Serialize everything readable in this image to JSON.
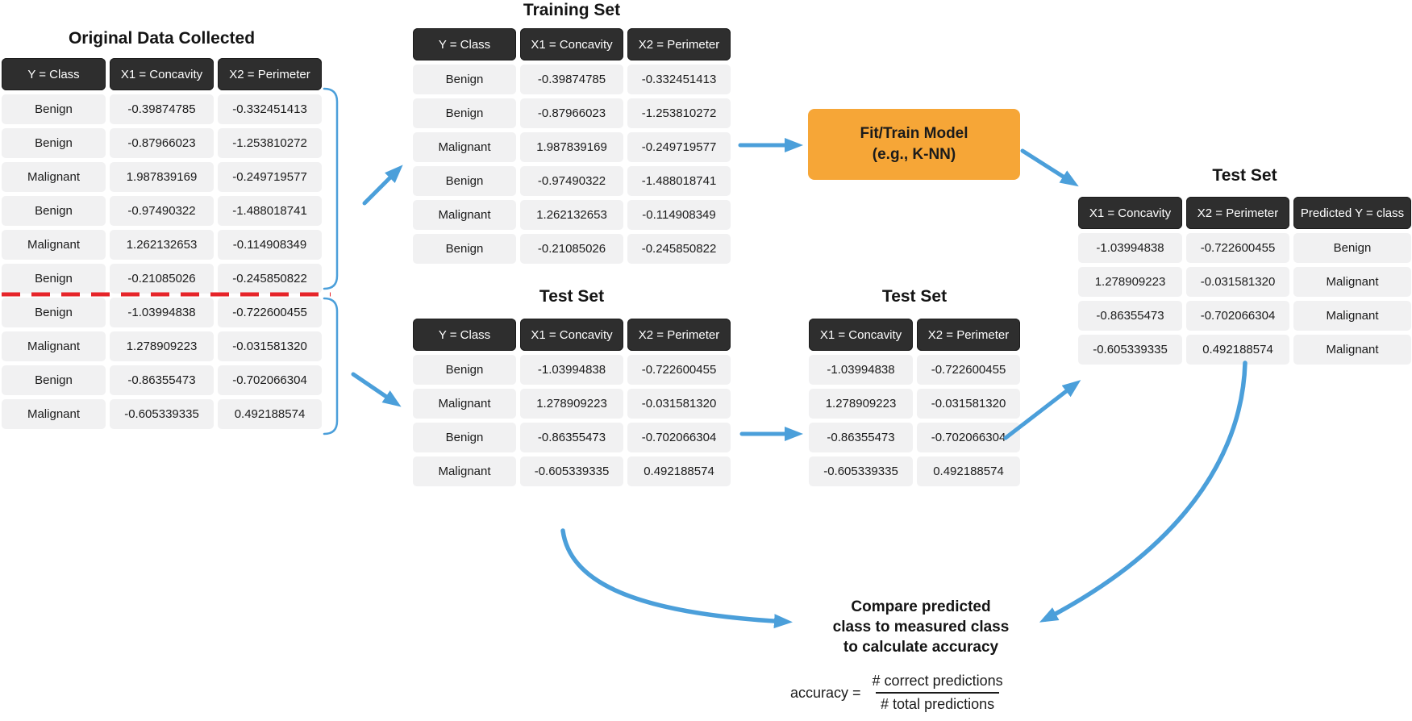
{
  "tables": {
    "original": {
      "title": "Original Data Collected",
      "headers": [
        "Y = Class",
        "X1 = Concavity",
        "X2 = Perimeter"
      ],
      "rows": [
        [
          "Benign",
          "-0.39874785",
          "-0.332451413"
        ],
        [
          "Benign",
          "-0.87966023",
          "-1.253810272"
        ],
        [
          "Malignant",
          "1.987839169",
          "-0.249719577"
        ],
        [
          "Benign",
          "-0.97490322",
          "-1.488018741"
        ],
        [
          "Malignant",
          "1.262132653",
          "-0.114908349"
        ],
        [
          "Benign",
          "-0.21085026",
          "-0.245850822"
        ],
        [
          "Benign",
          "-1.03994838",
          "-0.722600455"
        ],
        [
          "Malignant",
          "1.278909223",
          "-0.031581320"
        ],
        [
          "Benign",
          "-0.86355473",
          "-0.702066304"
        ],
        [
          "Malignant",
          "-0.605339335",
          "0.492188574"
        ]
      ]
    },
    "training": {
      "title": "Training Set",
      "headers": [
        "Y = Class",
        "X1 = Concavity",
        "X2 = Perimeter"
      ],
      "rows": [
        [
          "Benign",
          "-0.39874785",
          "-0.332451413"
        ],
        [
          "Benign",
          "-0.87966023",
          "-1.253810272"
        ],
        [
          "Malignant",
          "1.987839169",
          "-0.249719577"
        ],
        [
          "Benign",
          "-0.97490322",
          "-1.488018741"
        ],
        [
          "Malignant",
          "1.262132653",
          "-0.114908349"
        ],
        [
          "Benign",
          "-0.21085026",
          "-0.245850822"
        ]
      ]
    },
    "test_labeled": {
      "title": "Test Set",
      "headers": [
        "Y = Class",
        "X1 = Concavity",
        "X2 = Perimeter"
      ],
      "rows": [
        [
          "Benign",
          "-1.03994838",
          "-0.722600455"
        ],
        [
          "Malignant",
          "1.278909223",
          "-0.031581320"
        ],
        [
          "Benign",
          "-0.86355473",
          "-0.702066304"
        ],
        [
          "Malignant",
          "-0.605339335",
          "0.492188574"
        ]
      ]
    },
    "test_features": {
      "title": "Test Set",
      "headers": [
        "X1 = Concavity",
        "X2 = Perimeter"
      ],
      "rows": [
        [
          "-1.03994838",
          "-0.722600455"
        ],
        [
          "1.278909223",
          "-0.031581320"
        ],
        [
          "-0.86355473",
          "-0.702066304"
        ],
        [
          "-0.605339335",
          "0.492188574"
        ]
      ]
    },
    "test_predicted": {
      "title": "Test Set",
      "headers": [
        "X1 = Concavity",
        "X2 = Perimeter",
        "Predicted Y = class"
      ],
      "rows": [
        [
          "-1.03994838",
          "-0.722600455",
          "Benign"
        ],
        [
          "1.278909223",
          "-0.031581320",
          "Malignant"
        ],
        [
          "-0.86355473",
          "-0.702066304",
          "Malignant"
        ],
        [
          "-0.605339335",
          "0.492188574",
          "Malignant"
        ]
      ]
    }
  },
  "model_box": {
    "line1": "Fit/Train Model",
    "line2": "(e.g., K-NN)"
  },
  "compare_note": {
    "line1": "Compare predicted",
    "line2": "class to measured class",
    "line3": "to calculate accuracy"
  },
  "formula": {
    "lhs": "accuracy =",
    "numerator": "# correct predictions",
    "denominator": "# total predictions"
  },
  "colors": {
    "arrow_blue": "#4B9FDA",
    "box_orange": "#F6A637",
    "header_dark": "#2E2E2E",
    "cell_gray": "#F1F1F2",
    "split_red": "#E62429",
    "text_dark": "#1B1B1B"
  }
}
